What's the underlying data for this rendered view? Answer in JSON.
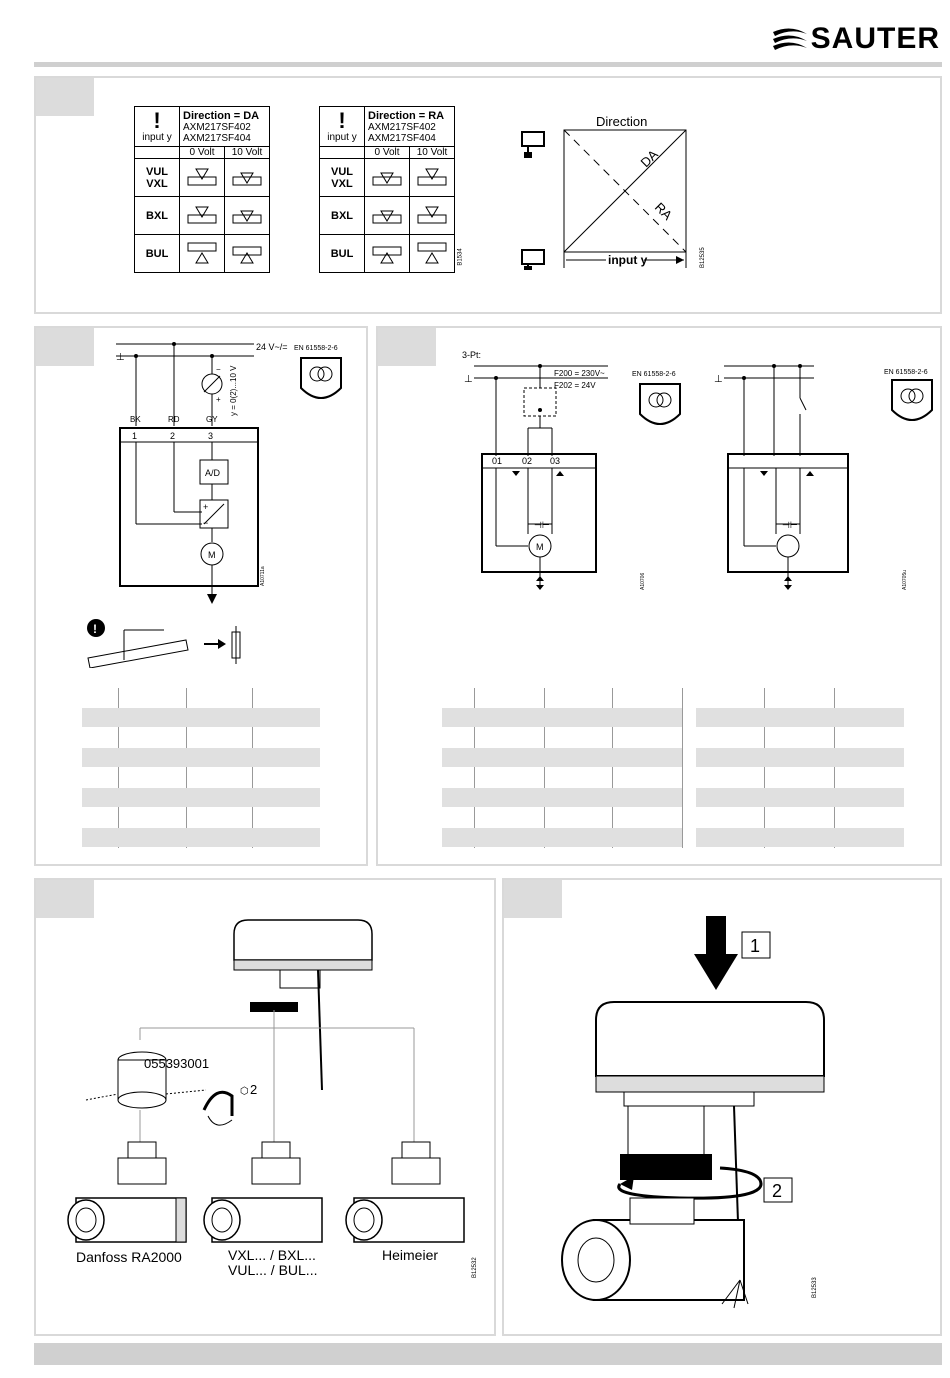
{
  "brand": {
    "name": "SAUTER"
  },
  "direction_da_table": {
    "title": "Direction = DA",
    "models": [
      "AXM217SF402",
      "AXM217SF404"
    ],
    "input_label": "input y",
    "col_0": "0 Volt",
    "col_10": "10 Volt",
    "rows": [
      "VUL\nVXL",
      "BXL",
      "BUL"
    ],
    "code": "B1534"
  },
  "direction_ra_table": {
    "title": "Direction = RA",
    "models": [
      "AXM217SF402",
      "AXM217SF404"
    ],
    "input_label": "input y",
    "col_0": "0 Volt",
    "col_10": "10 Volt",
    "rows": [
      "VUL\nVXL",
      "BXL",
      "BUL"
    ]
  },
  "direction_diagram": {
    "title": "Direction",
    "da": "DA",
    "ra": "RA",
    "xlabel": "input y",
    "code": "B12535"
  },
  "wiring_0_10v": {
    "supply": "24 V~/=",
    "standard": "EN 61558-2-6",
    "signal": "y = 0(2)...10 V",
    "minus": "−",
    "plus": "+",
    "wires": [
      "BK",
      "RD",
      "GY"
    ],
    "terminals": [
      "1",
      "2",
      "3"
    ],
    "converter": "A/D",
    "motor": "M",
    "code": "A10711a"
  },
  "wiring_3pt": {
    "mode": "3-Pt:",
    "f200": "F200 = 230V~",
    "f202": "F202 = 24V",
    "standard": "EN 61558-2-6",
    "terminals": [
      "01",
      "02",
      "03"
    ],
    "motor": "M",
    "code_a": "A10706",
    "code_b": "A10705u"
  },
  "mounting": {
    "adapter_part": "055393001",
    "adapter_tool": "2",
    "valves": [
      "Danfoss RA2000",
      "VXL... / BXL...",
      "VUL... / BUL...",
      "Heimeier"
    ],
    "code": "B12532"
  },
  "assembly": {
    "step1": "1",
    "step2": "2",
    "code": "B12533"
  }
}
